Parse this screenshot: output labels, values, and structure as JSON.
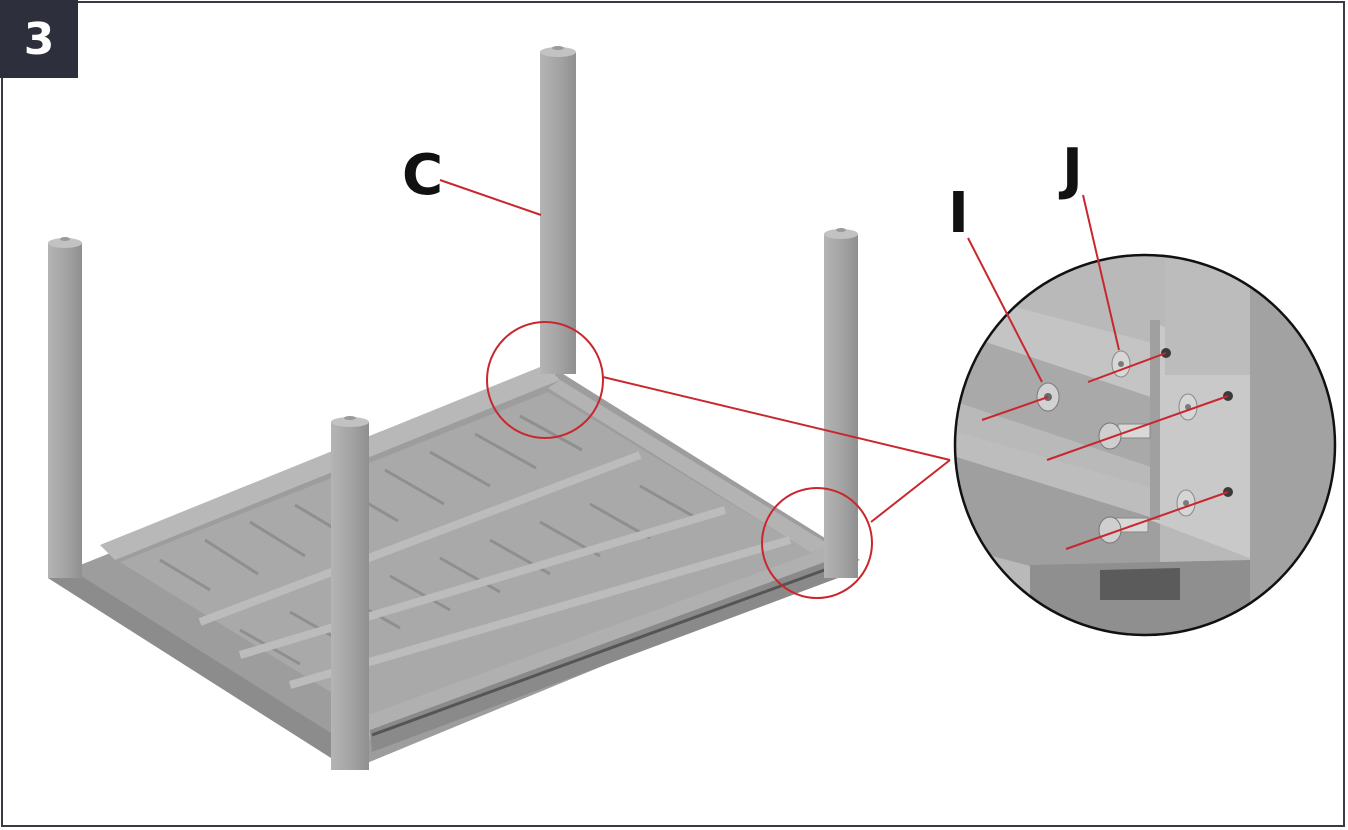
{
  "step": {
    "number": "3"
  },
  "labels": {
    "C": "C",
    "I": "I",
    "J": "J"
  },
  "colors": {
    "callout_line": "#c8282d",
    "metal": "#a7a7a7",
    "metal_dark": "#8c8c8c",
    "metal_light": "#bdbdbd",
    "badge": "#2e2f3d"
  }
}
